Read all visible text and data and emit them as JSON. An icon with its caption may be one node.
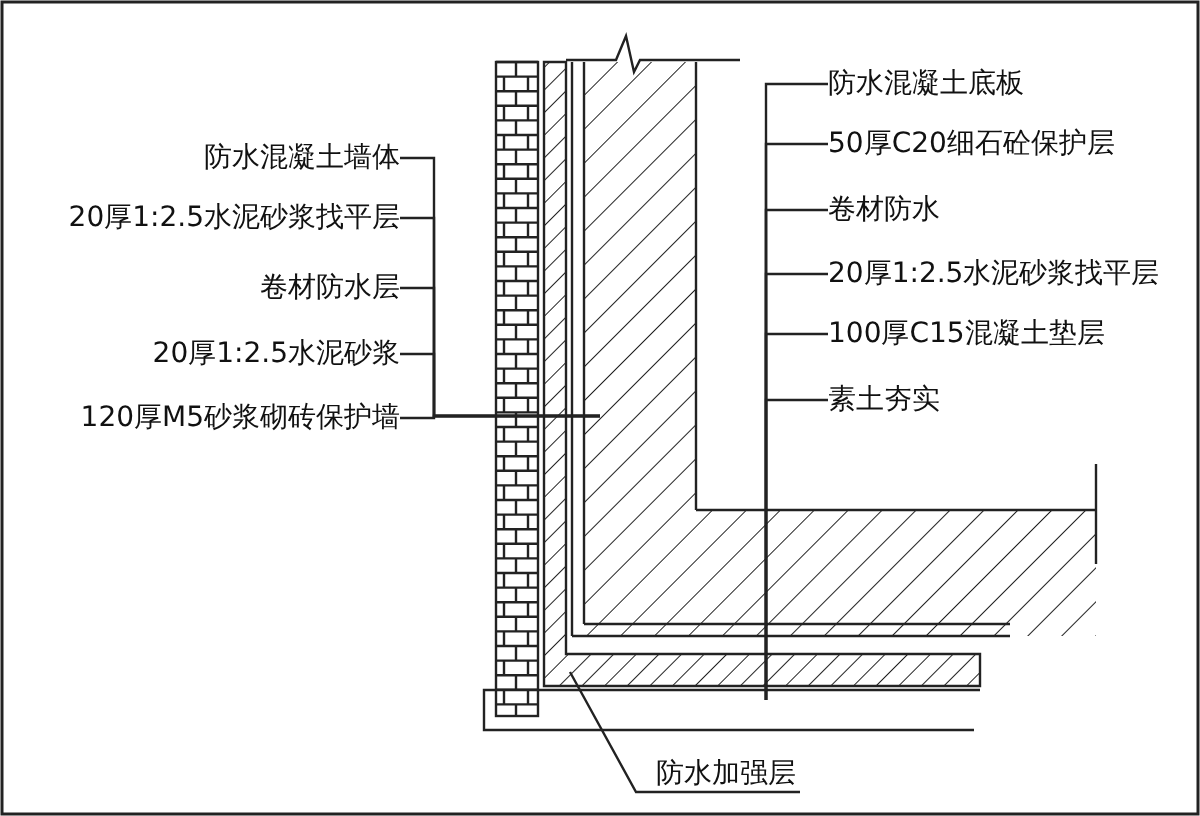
{
  "diagram": {
    "nodes": [
      {
        "text": [
          "防水混凝土墙体"
        ]
      },
      {
        "text": [
          "20厚1:2.5水泥砂浆找平层"
        ]
      },
      {
        "text": [
          "卷材防水层"
        ]
      },
      {
        "text": [
          "20厚1:2.5水泥砂浆"
        ]
      },
      {
        "text": [
          "120厚M5砂浆砌砖保护墙"
        ]
      },
      {
        "text": [
          "防水混凝土底板"
        ]
      },
      {
        "text": [
          "50厚C20细石砼保护层"
        ]
      },
      {
        "text": [
          "卷材防水"
        ]
      },
      {
        "text": [
          "20厚1:2.5水泥砂浆找平层"
        ]
      },
      {
        "text": [
          "100厚C15混凝土垫层"
        ]
      },
      {
        "text": [
          "素土夯实"
        ]
      },
      {
        "text": [
          "防水加强层"
        ]
      }
    ],
    "edges": [
      {
        "from": 0,
        "to": null,
        "arrow": "none"
      },
      {
        "from": 1,
        "to": null,
        "arrow": "none"
      },
      {
        "from": 2,
        "to": null,
        "arrow": "none"
      },
      {
        "from": 3,
        "to": null,
        "arrow": "none"
      },
      {
        "from": 4,
        "to": null,
        "arrow": "none"
      },
      {
        "from": 5,
        "to": null,
        "arrow": "none"
      },
      {
        "from": 6,
        "to": null,
        "arrow": "none"
      },
      {
        "from": 7,
        "to": null,
        "arrow": "none"
      },
      {
        "from": 8,
        "to": null,
        "arrow": "none"
      },
      {
        "from": 9,
        "to": null,
        "arrow": "none"
      },
      {
        "from": 10,
        "to": null,
        "arrow": "none"
      },
      {
        "from": 11,
        "to": null,
        "arrow": "none"
      }
    ]
  }
}
